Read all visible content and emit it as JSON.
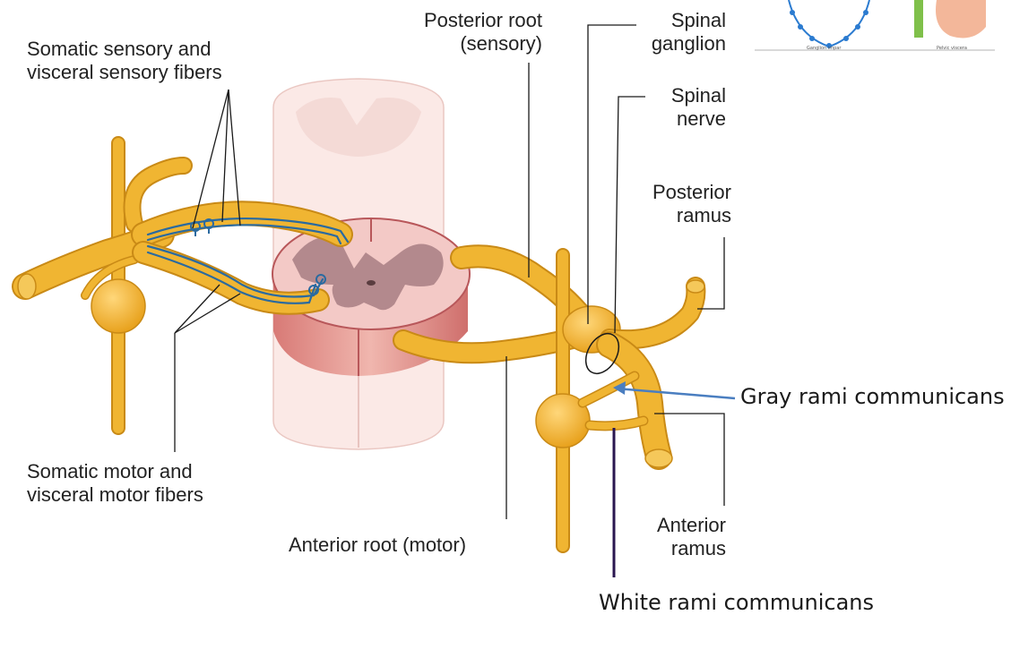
{
  "labels": {
    "somatic_sensory": [
      "Somatic sensory and",
      "visceral sensory fibers"
    ],
    "posterior_root": [
      "Posterior root",
      "(sensory)"
    ],
    "spinal_ganglion": [
      "Spinal",
      "ganglion"
    ],
    "spinal_nerve": [
      "Spinal",
      "nerve"
    ],
    "posterior_ramus": [
      "Posterior",
      "ramus"
    ],
    "gray_rami": "Gray rami communicans",
    "somatic_motor": [
      "Somatic motor and",
      "visceral motor fibers"
    ],
    "anterior_root": "Anterior root (motor)",
    "anterior_ramus": [
      "Anterior",
      "ramus"
    ],
    "white_rami": "White rami communicans"
  },
  "thumbnail": {
    "left_caption": "Ganglion impar",
    "right_caption": "Pelvic viscera"
  },
  "colors": {
    "nerve": "#f0b532",
    "nerve_edge": "#c98a16",
    "fiber": "#2a6aa0",
    "cord_white_matter": "#f3c9c6",
    "cord_gray_matter": "#a77e82",
    "cord_column": "#fbe9e6",
    "gray_rami_arrow": "#4a7ec0",
    "white_rami_line": "#2a1650"
  }
}
